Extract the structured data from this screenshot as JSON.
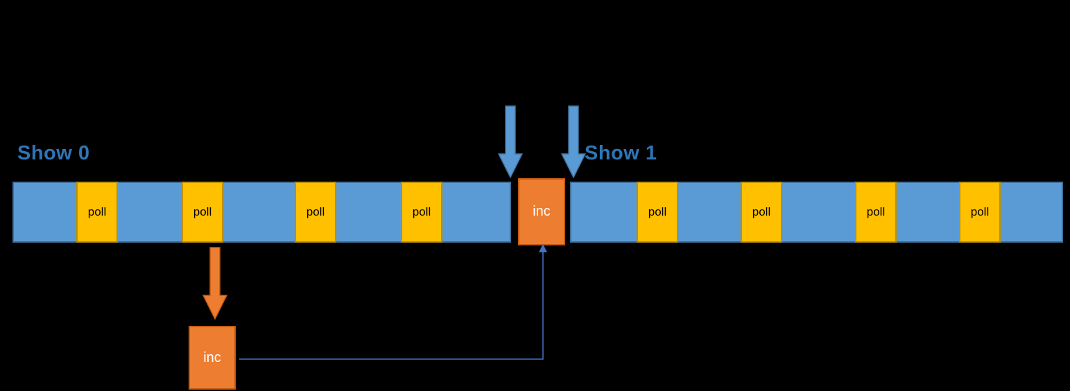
{
  "labels": {
    "show_left": "Show 0",
    "show_right": "Show 1"
  },
  "timeline": {
    "left_polls": [
      "poll",
      "poll",
      "poll",
      "poll"
    ],
    "right_polls": [
      "poll",
      "poll",
      "poll",
      "poll"
    ],
    "inc_label": "inc"
  },
  "handler": {
    "inc_label": "inc"
  },
  "colors": {
    "background": "#000000",
    "timeline_blue": "#5B9BD5",
    "timeline_blue_border": "#41719C",
    "poll_yellow": "#FFC000",
    "poll_yellow_border": "#BF9000",
    "inc_orange": "#ED7D31",
    "inc_orange_border": "#C55A11",
    "show_label_blue": "#2E75B6",
    "connector_blue": "#4472C4"
  }
}
